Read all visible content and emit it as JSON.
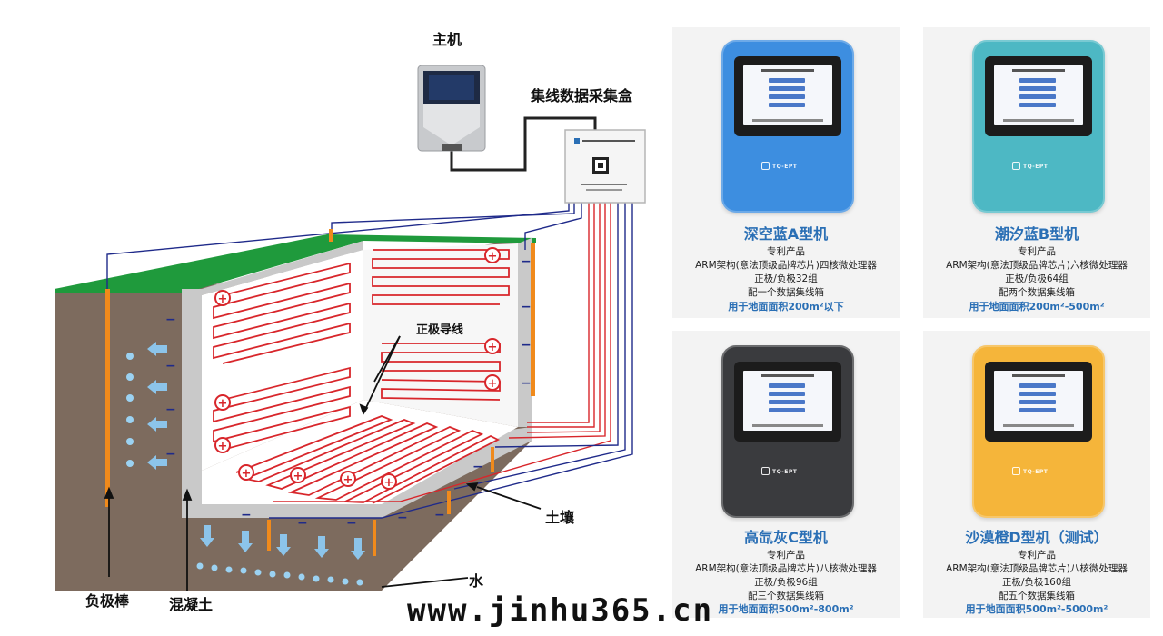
{
  "labels": {
    "host": "主机",
    "collector_box": "集线数据采集盒",
    "positive_wire": "正极导线",
    "soil": "土壤",
    "water": "水",
    "negative_rod": "负极棒",
    "concrete": "混凝土"
  },
  "signs": {
    "plus": "+",
    "minus": "−"
  },
  "cards": [
    {
      "title": "深空蓝A型机",
      "title_color": "#2a6fb5",
      "device_color": "#3d8ee0",
      "brand": "TQ-EPT",
      "line1": "专利产品",
      "line2": "ARM架构(意法顶级品牌芯片)四核微处理器",
      "line3": "正极/负极32组",
      "line4": "配一个数据集线箱",
      "area": "用于地面面积200m²以下"
    },
    {
      "title": "潮汐蓝B型机",
      "title_color": "#2a6fb5",
      "device_color": "#4db8c4",
      "brand": "TQ-EPT",
      "line1": "专利产品",
      "line2": "ARM架构(意法顶级品牌芯片)六核微处理器",
      "line3": "正极/负极64组",
      "line4": "配两个数据集线箱",
      "area": "用于地面面积200m²-500m²"
    },
    {
      "title": "高氙灰C型机",
      "title_color": "#2a6fb5",
      "device_color": "#3a3b3e",
      "brand": "TQ-EPT",
      "line1": "专利产品",
      "line2": "ARM架构(意法顶级品牌芯片)八核微处理器",
      "line3": "正极/负极96组",
      "line4": "配三个数据集线箱",
      "area": "用于地面面积500m²-800m²"
    },
    {
      "title": "沙漠橙D型机（测试）",
      "title_color": "#2a6fb5",
      "device_color": "#f5b53a",
      "brand": "TQ-EPT",
      "line1": "专利产品",
      "line2": "ARM架构(意法顶级品牌芯片)八核微处理器",
      "line3": "正极/负极160组",
      "line4": "配五个数据集线箱",
      "area": "用于地面面积500m²-5000m²"
    }
  ],
  "watermark": "www.jinhu365.cn",
  "colors": {
    "grass": "#1f9a3c",
    "soil": "#7d6b5e",
    "concrete": "#c9c9c9",
    "positive_wire": "#d8262b",
    "negative_wire": "#1f2a8a",
    "rod": "#f08a1c",
    "arrow_blue": "#8cc4ea"
  }
}
